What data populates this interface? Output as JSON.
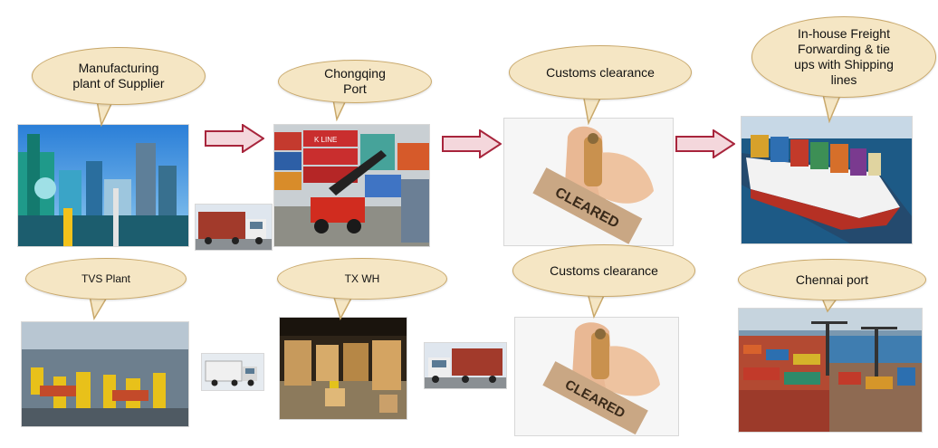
{
  "colors": {
    "bubble_fill": "#f5e6c4",
    "bubble_border": "#c9a86a",
    "arrow_fill": "#f4d7dc",
    "arrow_border": "#a8253c"
  },
  "top_row": {
    "manufacturing": "Manufacturing\nplant of Supplier",
    "chongqing": "Chongqing\nPort",
    "customs": "Customs clearance",
    "freight": "In-house Freight\nForwarding & tie\nups with Shipping\nlines"
  },
  "bottom_row": {
    "tvs": "TVS Plant",
    "txwh": "TX  WH",
    "customs": "Customs clearance",
    "chennai": "Chennai port"
  },
  "stamp_text": "CLEARED",
  "container_logo": "K LINE"
}
